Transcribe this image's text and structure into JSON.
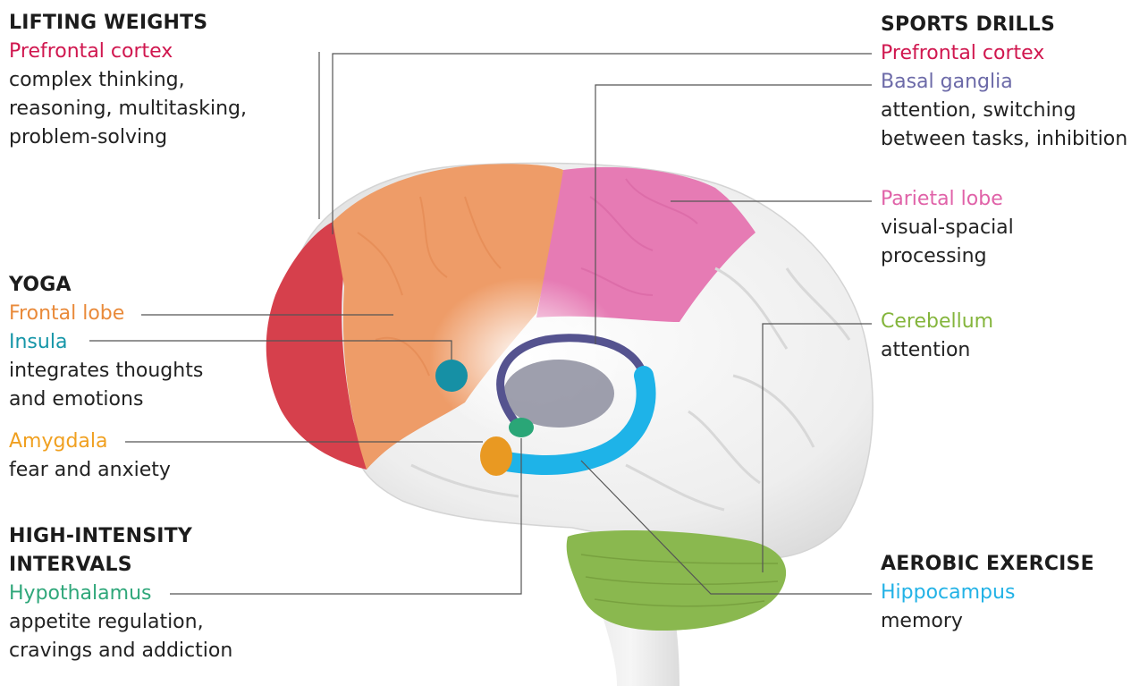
{
  "colors": {
    "prefrontal": "#d0174f",
    "frontal": "#e98a3a",
    "insula": "#1696a8",
    "amygdala": "#f0a020",
    "hypothalamus": "#2fa77a",
    "basal_ganglia": "#6c6aa8",
    "parietal": "#e062a8",
    "cerebellum": "#84b53c",
    "hippocampus": "#22b2e6",
    "text": "#222222"
  },
  "groups": {
    "lifting_weights": {
      "heading": "LIFTING WEIGHTS",
      "region": "Prefrontal cortex",
      "desc": [
        "complex thinking,",
        "reasoning, multitasking,",
        "problem-solving"
      ]
    },
    "yoga": {
      "heading": "YOGA",
      "region1": "Frontal lobe",
      "region2": "Insula",
      "desc": [
        "integrates thoughts",
        "and emotions"
      ],
      "region3": "Amygdala",
      "desc3": "fear and anxiety"
    },
    "hiit": {
      "heading": [
        "HIGH-INTENSITY",
        "INTERVALS"
      ],
      "region": "Hypothalamus",
      "desc": [
        "appetite regulation,",
        "cravings and addiction"
      ]
    },
    "sports_drills": {
      "heading": "SPORTS DRILLS",
      "region1": "Prefrontal cortex",
      "region2": "Basal ganglia",
      "desc2": [
        "attention, switching",
        "between tasks, inhibition"
      ],
      "region3": "Parietal lobe",
      "desc3": [
        "visual-spacial",
        "processing"
      ],
      "region4": "Cerebellum",
      "desc4": "attention"
    },
    "aerobic": {
      "heading": "AEROBIC EXERCISE",
      "region": "Hippocampus",
      "desc": "memory"
    }
  }
}
